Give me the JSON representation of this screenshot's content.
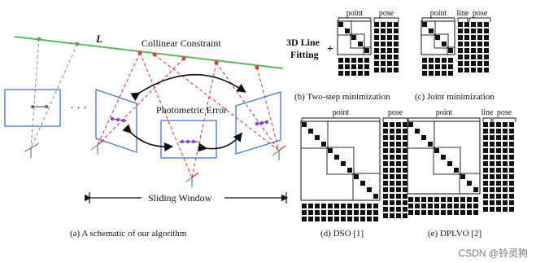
{
  "left_panel": {
    "line_label": "L",
    "collinear_label": "Collinear Constraint",
    "photometric_label": "Photometric Error",
    "sliding_label": "Sliding Window",
    "ellipsis": "· · ·",
    "caption": "(a) A schematic of our algorithm",
    "colors": {
      "line": "#5cb85c",
      "frame": "#4a77c4",
      "ray": "#e03a3a",
      "gray_ray": "#888888",
      "point_dot": "#e03a3a",
      "pixel_dot": "#6b4fd8"
    }
  },
  "panel_b": {
    "title_line1": "3D Line",
    "title_line2": "Fitting",
    "plus": "+",
    "bracket_labels": [
      "point",
      "pose"
    ],
    "caption": "(b) Two-step minimization"
  },
  "panel_c": {
    "bracket_labels": [
      "point",
      "line",
      "pose"
    ],
    "caption": "(c) Joint minimization"
  },
  "panel_d": {
    "bracket_labels": [
      "point",
      "pose"
    ],
    "caption": "(d) DSO [1]"
  },
  "panel_e": {
    "bracket_labels": [
      "point",
      "line",
      "pose"
    ],
    "caption": "(e) DPLVO [2]"
  },
  "watermark": "CSDN @铃灵狗"
}
